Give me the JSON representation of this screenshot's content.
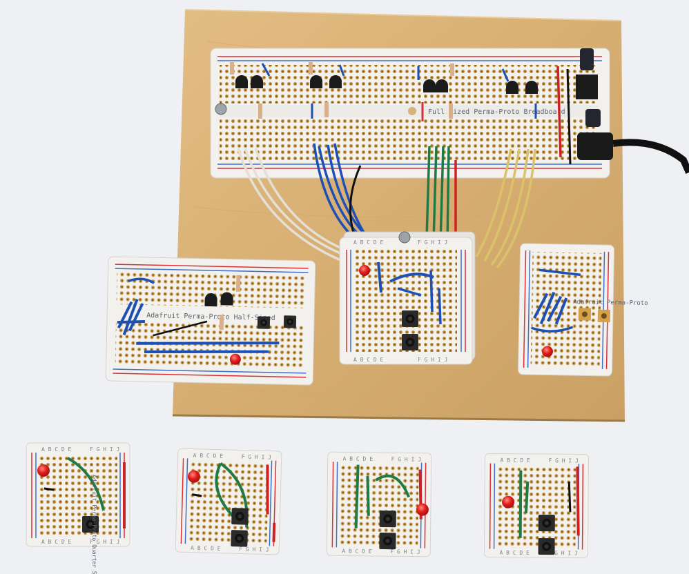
{
  "photo": {
    "boards": {
      "main_label": "Full Sized Perma-Proto Breadboard",
      "left_label": "Adafruit Perma-Proto Half-Sized",
      "right_label": "Adafruit Perma-Proto",
      "small_label": "Adafruit Perma-Proto Quarter Sized",
      "row_letters_left": "A B C D E",
      "row_letters_right": "F G H I J"
    },
    "colors": {
      "wood": "#dcb57a",
      "board": "#f3f1ee",
      "pad": "#c99a45",
      "rail_red": "#d8303a",
      "rail_blue": "#3d6fc8",
      "wire_blue": "#1e4fb3",
      "wire_green": "#1f7a45",
      "wire_white": "#e4e0d6",
      "wire_yellow": "#d9c26a",
      "wire_red": "#cc2226",
      "led_red": "#e21c1c"
    }
  }
}
